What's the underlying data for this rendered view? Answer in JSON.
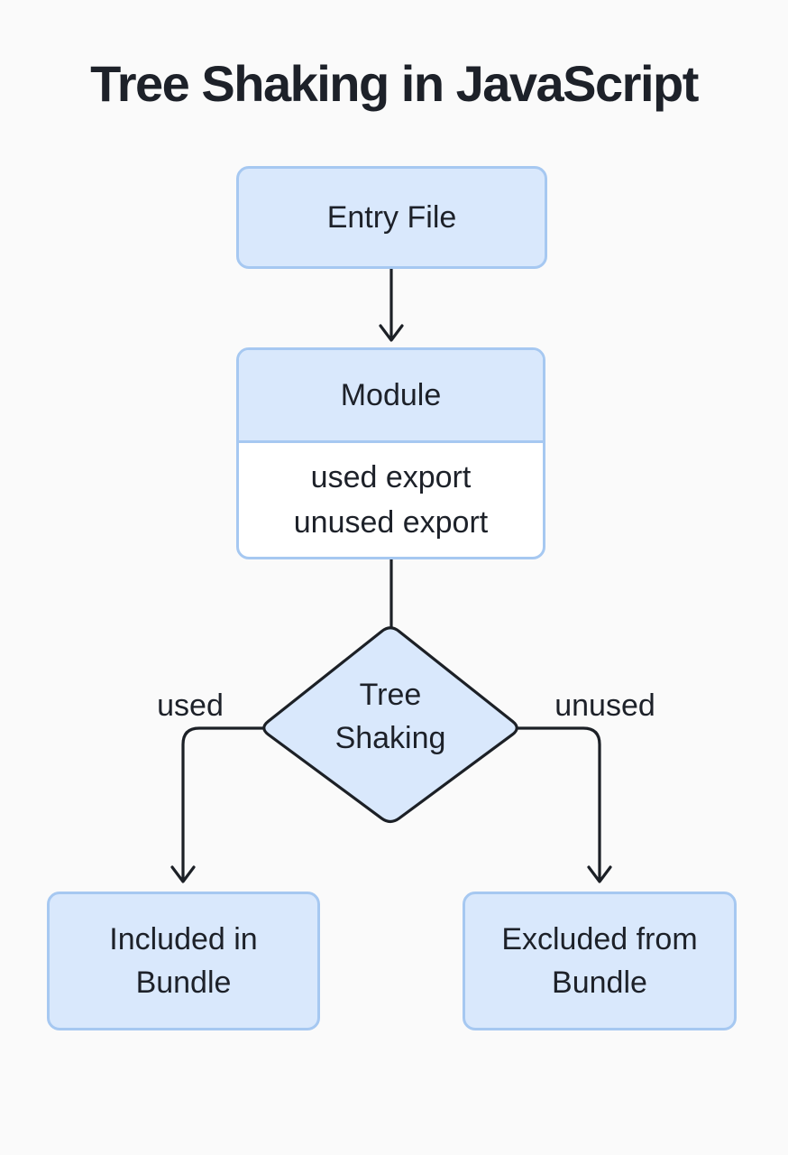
{
  "page": {
    "title": "Tree Shaking in JavaScript"
  },
  "colors": {
    "background": "#fafafa",
    "node_fill": "#d9e8fc",
    "node_border": "#a6c8f1",
    "module_body_fill": "#ffffff",
    "line": "#1c2026",
    "text": "#1d2129"
  },
  "nodes": {
    "entry": {
      "label": "Entry File"
    },
    "module": {
      "title": "Module",
      "exports": [
        "used export",
        "unused export"
      ]
    },
    "decision": {
      "label": "Tree\nShaking"
    },
    "included": {
      "label": "Included in\nBundle"
    },
    "excluded": {
      "label": "Excluded from\nBundle"
    }
  },
  "edges": {
    "used_label": "used",
    "unused_label": "unused"
  }
}
